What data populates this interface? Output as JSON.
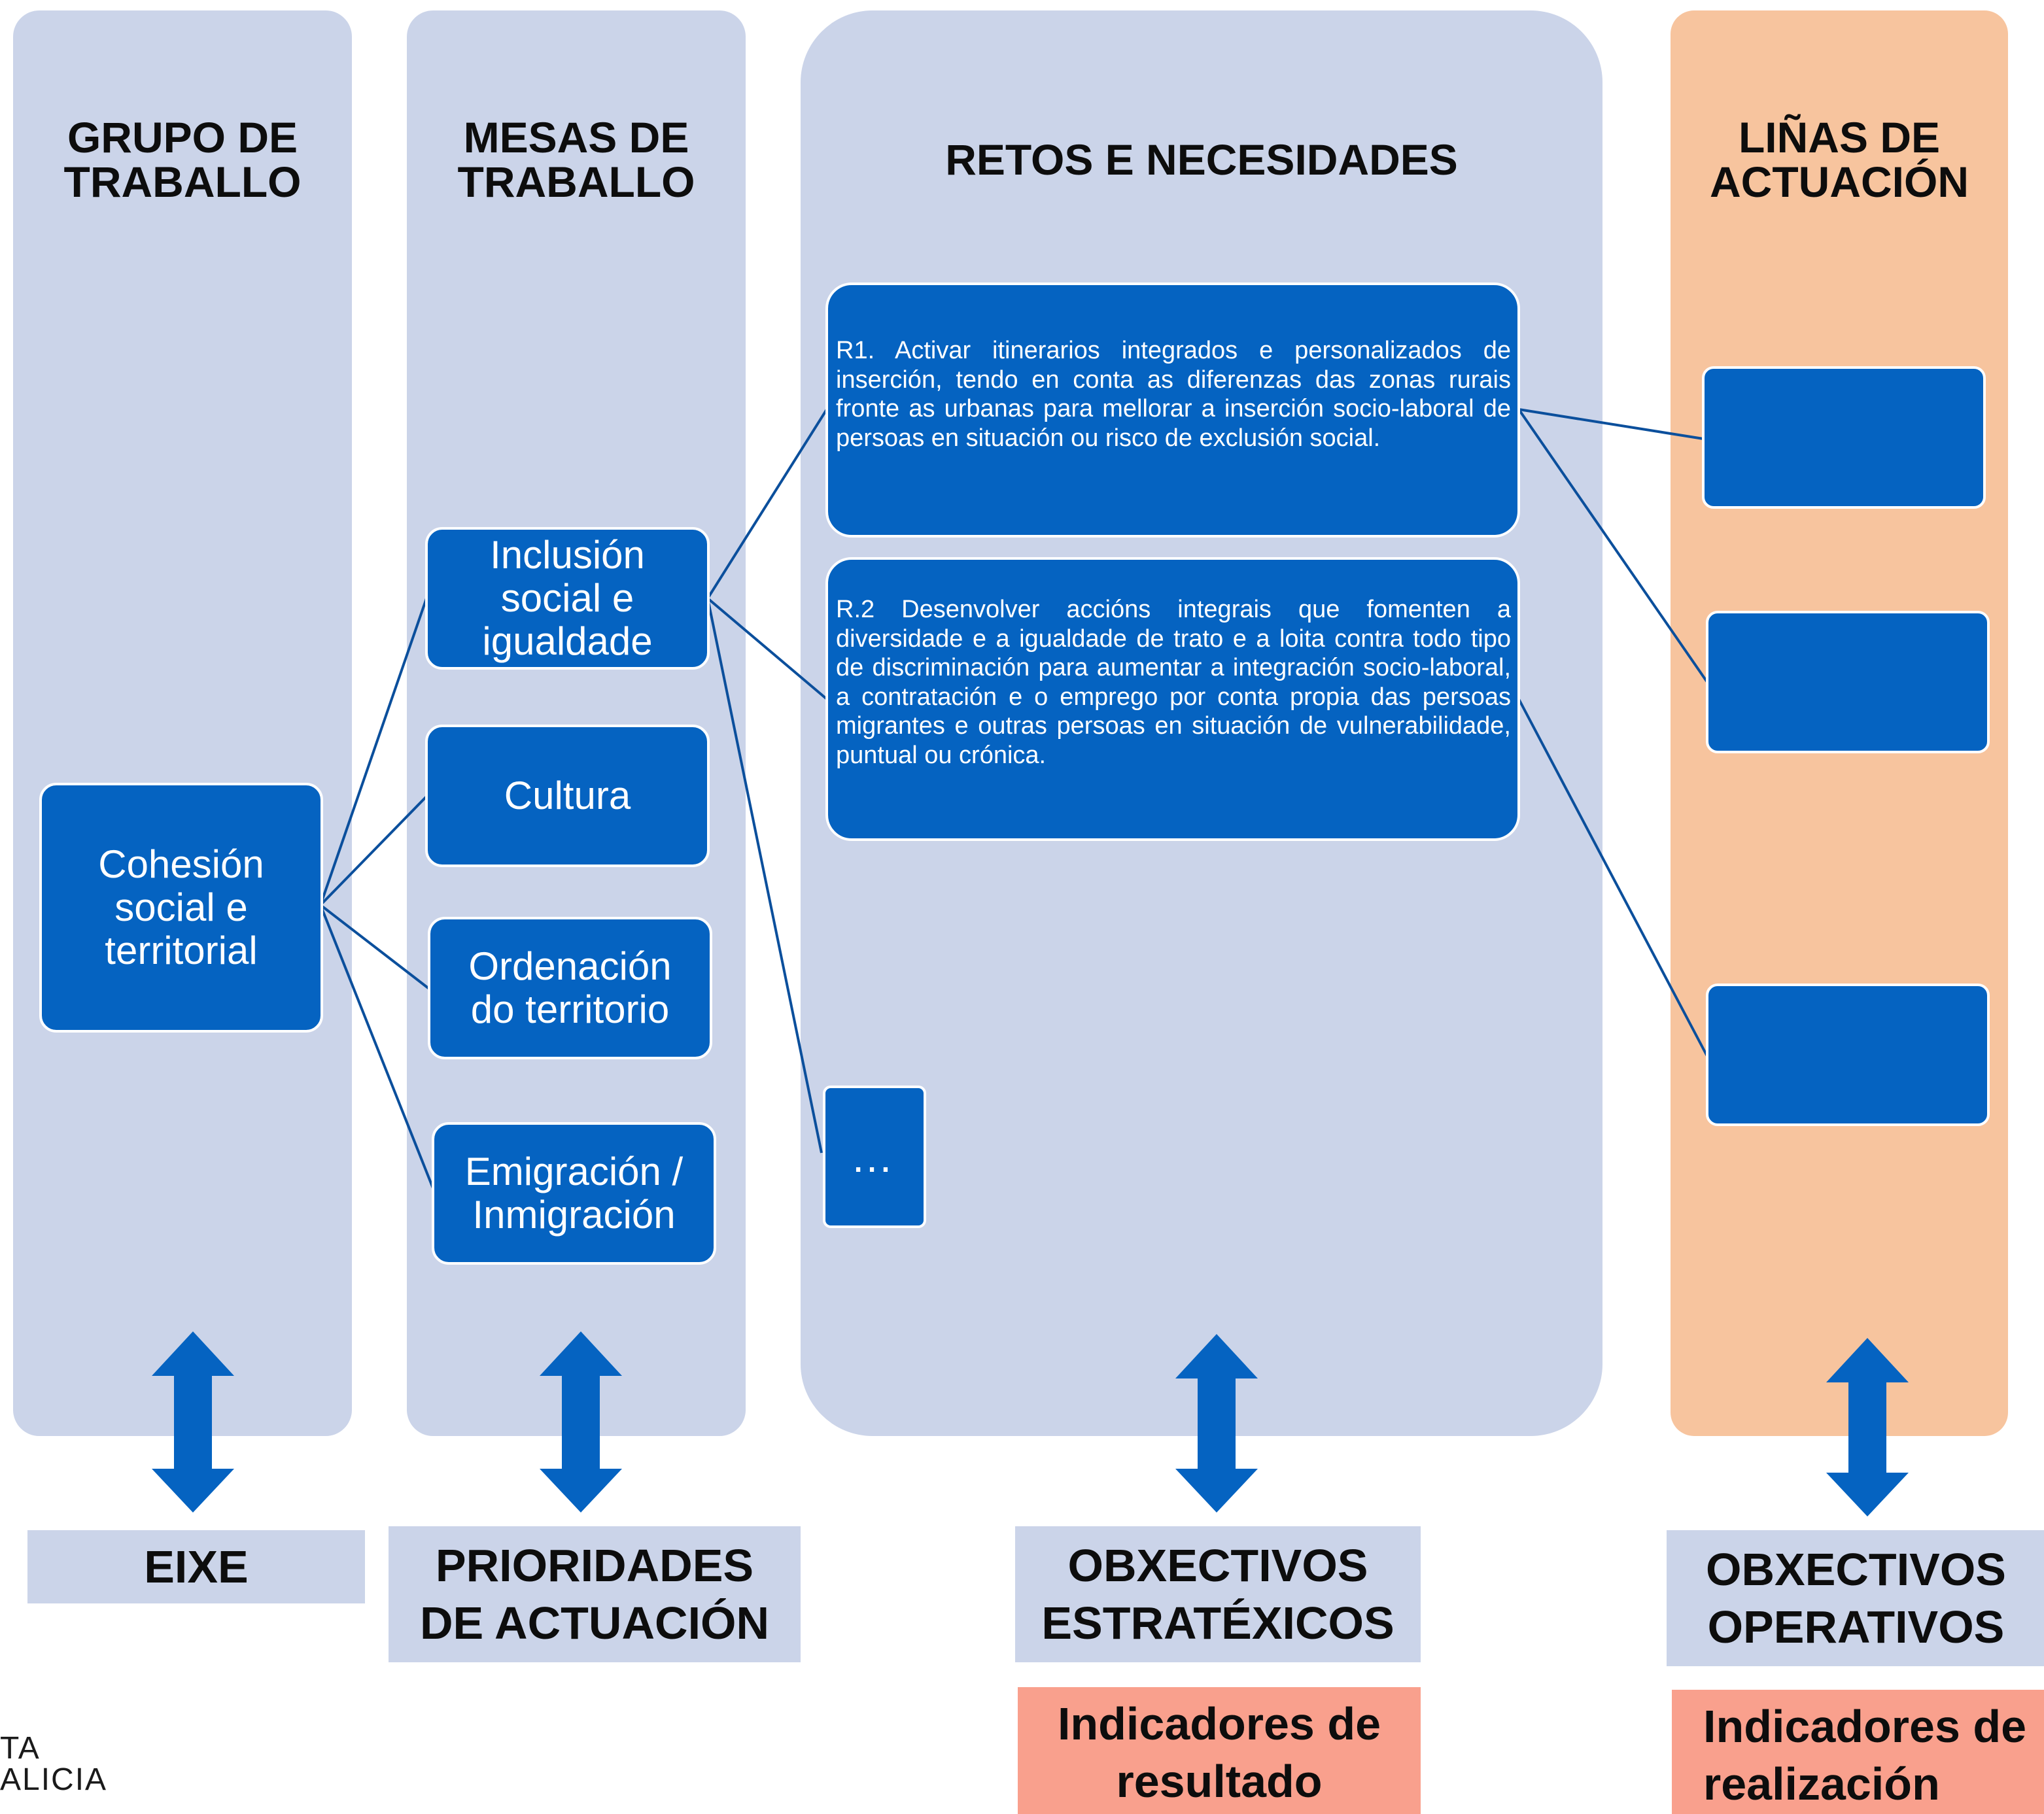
{
  "columns": {
    "grupo": {
      "title": "GRUPO DE\nTRABALLO"
    },
    "mesas": {
      "title": "MESAS DE\nTRABALLO"
    },
    "retos": {
      "title": "RETOS E NECESIDADES"
    },
    "linas": {
      "title": "LIÑAS DE\nACTUACIÓN"
    }
  },
  "axis_box": {
    "label": "Cohesión\nsocial e\nterritorial"
  },
  "tables": [
    {
      "label": "Inclusión\nsocial e\nigualdade"
    },
    {
      "label": "Cultura"
    },
    {
      "label": "Ordenación\ndo territorio"
    },
    {
      "label": "Emigración /\nInmigración"
    }
  ],
  "challenges": [
    {
      "text": "R1. Activar itinerarios integrados e personalizados de inserción, tendo en conta as diferenzas das zonas rurais fronte as urbanas para mellorar a inserción socio-laboral de persoas en situación ou risco de exclusión social."
    },
    {
      "text": "R.2 Desenvolver accións integrais que fomenten a diversidade e a igualdade de trato e a loita contra todo tipo de discriminación para aumentar a integración socio-laboral, a contratación e o emprego por conta propia das persoas migrantes e outras persoas en situación de vulnerabilidade, puntual ou crónica."
    },
    {
      "text": "…"
    }
  ],
  "bottom_labels": {
    "eixe": "EIXE",
    "prioridades": "PRIORIDADES\nDE ACTUACIÓN",
    "estratexicos": "OBXECTIVOS\nESTRATÉXICOS",
    "operativos": "OBXECTIVOS\nOPERATIVOS"
  },
  "indicators": {
    "resultado": "Indicadores de\nresultado",
    "realizacion": "Indicadores de\nrealización"
  },
  "logo_text": "TA\nALICIA",
  "colors": {
    "column_blue": "#cbd4e9",
    "column_orange": "#f7c49e",
    "box_blue": "#0563c1",
    "indicator_salmon": "#f9a08d",
    "connector": "#0b4f9c"
  }
}
